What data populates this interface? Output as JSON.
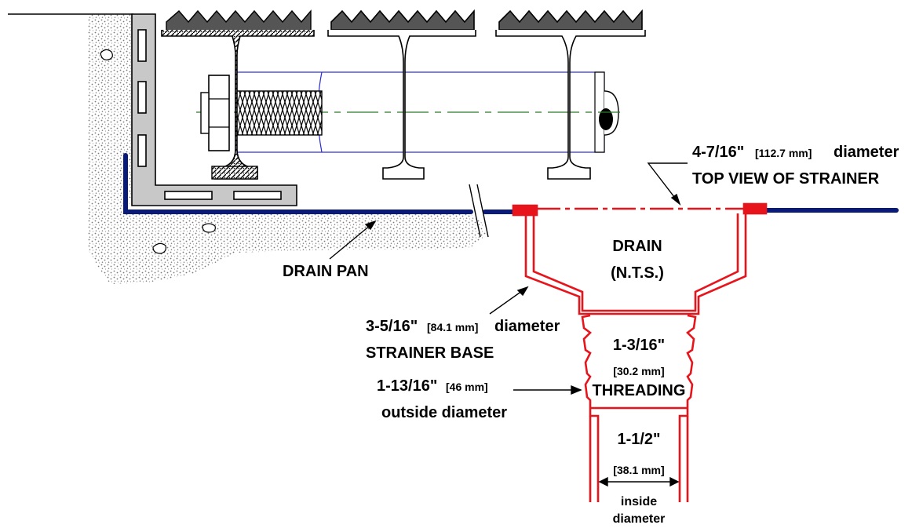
{
  "labels": {
    "top_diameter": "4-7/16\"",
    "top_diameter_mm": "[112.7 mm]",
    "top_diameter_word": "diameter",
    "top_view": "TOP VIEW OF STRAINER",
    "drain": "DRAIN",
    "drain_nts": "(N.T.S.)",
    "drain_pan": "DRAIN PAN",
    "strainer_base_dim": "3-5/16\"",
    "strainer_base_mm": "[84.1 mm]",
    "strainer_base_word": "diameter",
    "strainer_base": "STRAINER BASE",
    "threading_dim": "1-3/16\"",
    "threading_mm": "[30.2 mm]",
    "threading": "THREADING",
    "outside_dim": "1-13/16\"",
    "outside_mm": "[46 mm]",
    "outside_word": "outside diameter",
    "inside_dim": "1-1/2\"",
    "inside_mm": "[38.1 mm]",
    "inside_word1": "inside",
    "inside_word2": "diameter"
  },
  "colors": {
    "drain": "#e8141b",
    "pan": "#0a1a78",
    "bolt": "#2a2ad0",
    "centerline": "#2a7a2a",
    "steel": "#c8c8c8",
    "grate": "#555555"
  }
}
